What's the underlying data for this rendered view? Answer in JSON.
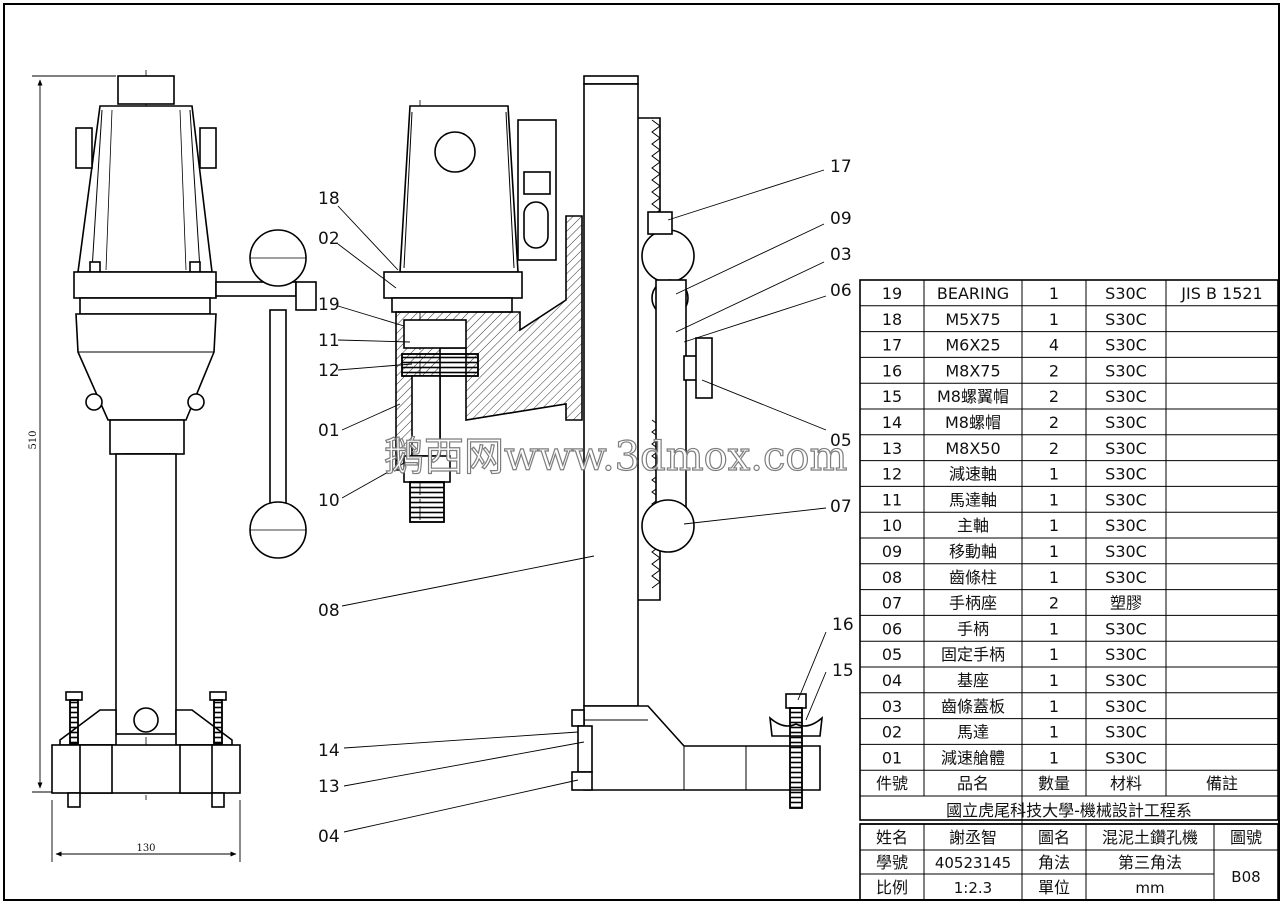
{
  "drawing": {
    "dimensions": {
      "height": "510",
      "width": "130"
    },
    "balloons_front": [
      {
        "id": "b-18",
        "label": "18"
      },
      {
        "id": "b-02",
        "label": "02"
      },
      {
        "id": "b-19",
        "label": "19"
      },
      {
        "id": "b-11",
        "label": "11"
      },
      {
        "id": "b-12",
        "label": "12"
      },
      {
        "id": "b-01",
        "label": "01"
      },
      {
        "id": "b-10",
        "label": "10"
      },
      {
        "id": "b-08",
        "label": "08"
      },
      {
        "id": "b-14",
        "label": "14"
      },
      {
        "id": "b-13",
        "label": "13"
      },
      {
        "id": "b-04",
        "label": "04"
      }
    ],
    "balloons_side": [
      {
        "id": "b-17",
        "label": "17"
      },
      {
        "id": "b-09",
        "label": "09"
      },
      {
        "id": "b-03",
        "label": "03"
      },
      {
        "id": "b-06",
        "label": "06"
      },
      {
        "id": "b-05",
        "label": "05"
      },
      {
        "id": "b-07",
        "label": "07"
      },
      {
        "id": "b-16",
        "label": "16"
      },
      {
        "id": "b-15",
        "label": "15"
      }
    ],
    "watermark": "鹅西网www.3dmox.com"
  },
  "parts_list": {
    "header": {
      "no": "件號",
      "name": "品名",
      "qty": "數量",
      "material": "材料",
      "remark": "備註"
    },
    "rows": [
      {
        "no": "19",
        "name": "BEARING",
        "qty": "1",
        "material": "S30C",
        "remark": "JIS B  1521"
      },
      {
        "no": "18",
        "name": "M5X75",
        "qty": "1",
        "material": "S30C",
        "remark": ""
      },
      {
        "no": "17",
        "name": "M6X25",
        "qty": "4",
        "material": "S30C",
        "remark": ""
      },
      {
        "no": "16",
        "name": "M8X75",
        "qty": "2",
        "material": "S30C",
        "remark": ""
      },
      {
        "no": "15",
        "name": "M8螺翼帽",
        "qty": "2",
        "material": "S30C",
        "remark": ""
      },
      {
        "no": "14",
        "name": "M8螺帽",
        "qty": "2",
        "material": "S30C",
        "remark": ""
      },
      {
        "no": "13",
        "name": "M8X50",
        "qty": "2",
        "material": "S30C",
        "remark": ""
      },
      {
        "no": "12",
        "name": "減速軸",
        "qty": "1",
        "material": "S30C",
        "remark": ""
      },
      {
        "no": "11",
        "name": "馬達軸",
        "qty": "1",
        "material": "S30C",
        "remark": ""
      },
      {
        "no": "10",
        "name": "主軸",
        "qty": "1",
        "material": "S30C",
        "remark": ""
      },
      {
        "no": "09",
        "name": "移動軸",
        "qty": "1",
        "material": "S30C",
        "remark": ""
      },
      {
        "no": "08",
        "name": "齒條柱",
        "qty": "1",
        "material": "S30C",
        "remark": ""
      },
      {
        "no": "07",
        "name": "手柄座",
        "qty": "2",
        "material": "塑膠",
        "remark": ""
      },
      {
        "no": "06",
        "name": "手柄",
        "qty": "1",
        "material": "S30C",
        "remark": ""
      },
      {
        "no": "05",
        "name": "固定手柄",
        "qty": "1",
        "material": "S30C",
        "remark": ""
      },
      {
        "no": "04",
        "name": "基座",
        "qty": "1",
        "material": "S30C",
        "remark": ""
      },
      {
        "no": "03",
        "name": "齒條蓋板",
        "qty": "1",
        "material": "S30C",
        "remark": ""
      },
      {
        "no": "02",
        "name": "馬達",
        "qty": "1",
        "material": "S30C",
        "remark": ""
      },
      {
        "no": "01",
        "name": "減速艙體",
        "qty": "1",
        "material": "S30C",
        "remark": ""
      }
    ]
  },
  "title_block": {
    "school": "國立虎尾科技大學-機械設計工程系",
    "name_label": "姓名",
    "name_value": "謝丞智",
    "drawing_name_label": "圖名",
    "drawing_name_value": "混泥土鑽孔機",
    "drawing_no_label": "圖號",
    "drawing_no_value": "B08",
    "student_id_label": "學號",
    "student_id_value": "40523145",
    "projection_label": "角法",
    "projection_value": "第三角法",
    "scale_label": "比例",
    "scale_value": "1:2.3",
    "unit_label": "單位",
    "unit_value": "mm"
  }
}
